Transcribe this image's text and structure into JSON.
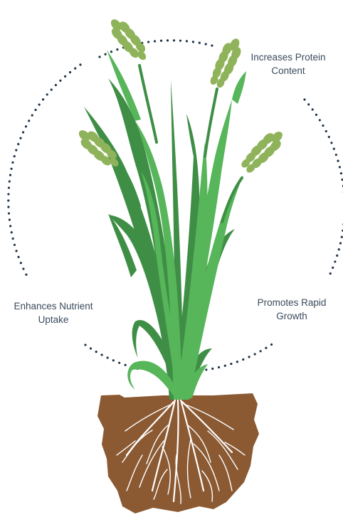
{
  "labels": {
    "protein": {
      "line1": "Increases Protein",
      "line2": "Content"
    },
    "nutrient": {
      "line1": "Enhances Nutrient",
      "line2": "Uptake"
    },
    "growth": {
      "line1": "Promotes Rapid",
      "line2": "Growth"
    }
  },
  "colors": {
    "dark_leaf": "#3f8e46",
    "light_leaf": "#57b55a",
    "grain": "#8fb35a",
    "soil": "#8b5a33",
    "roots": "#ffffff",
    "dots": "#1e3448",
    "text": "#3a4a5c"
  },
  "icons": [
    "plant-illustration",
    "soil-clump",
    "roots",
    "dotted-circle"
  ]
}
